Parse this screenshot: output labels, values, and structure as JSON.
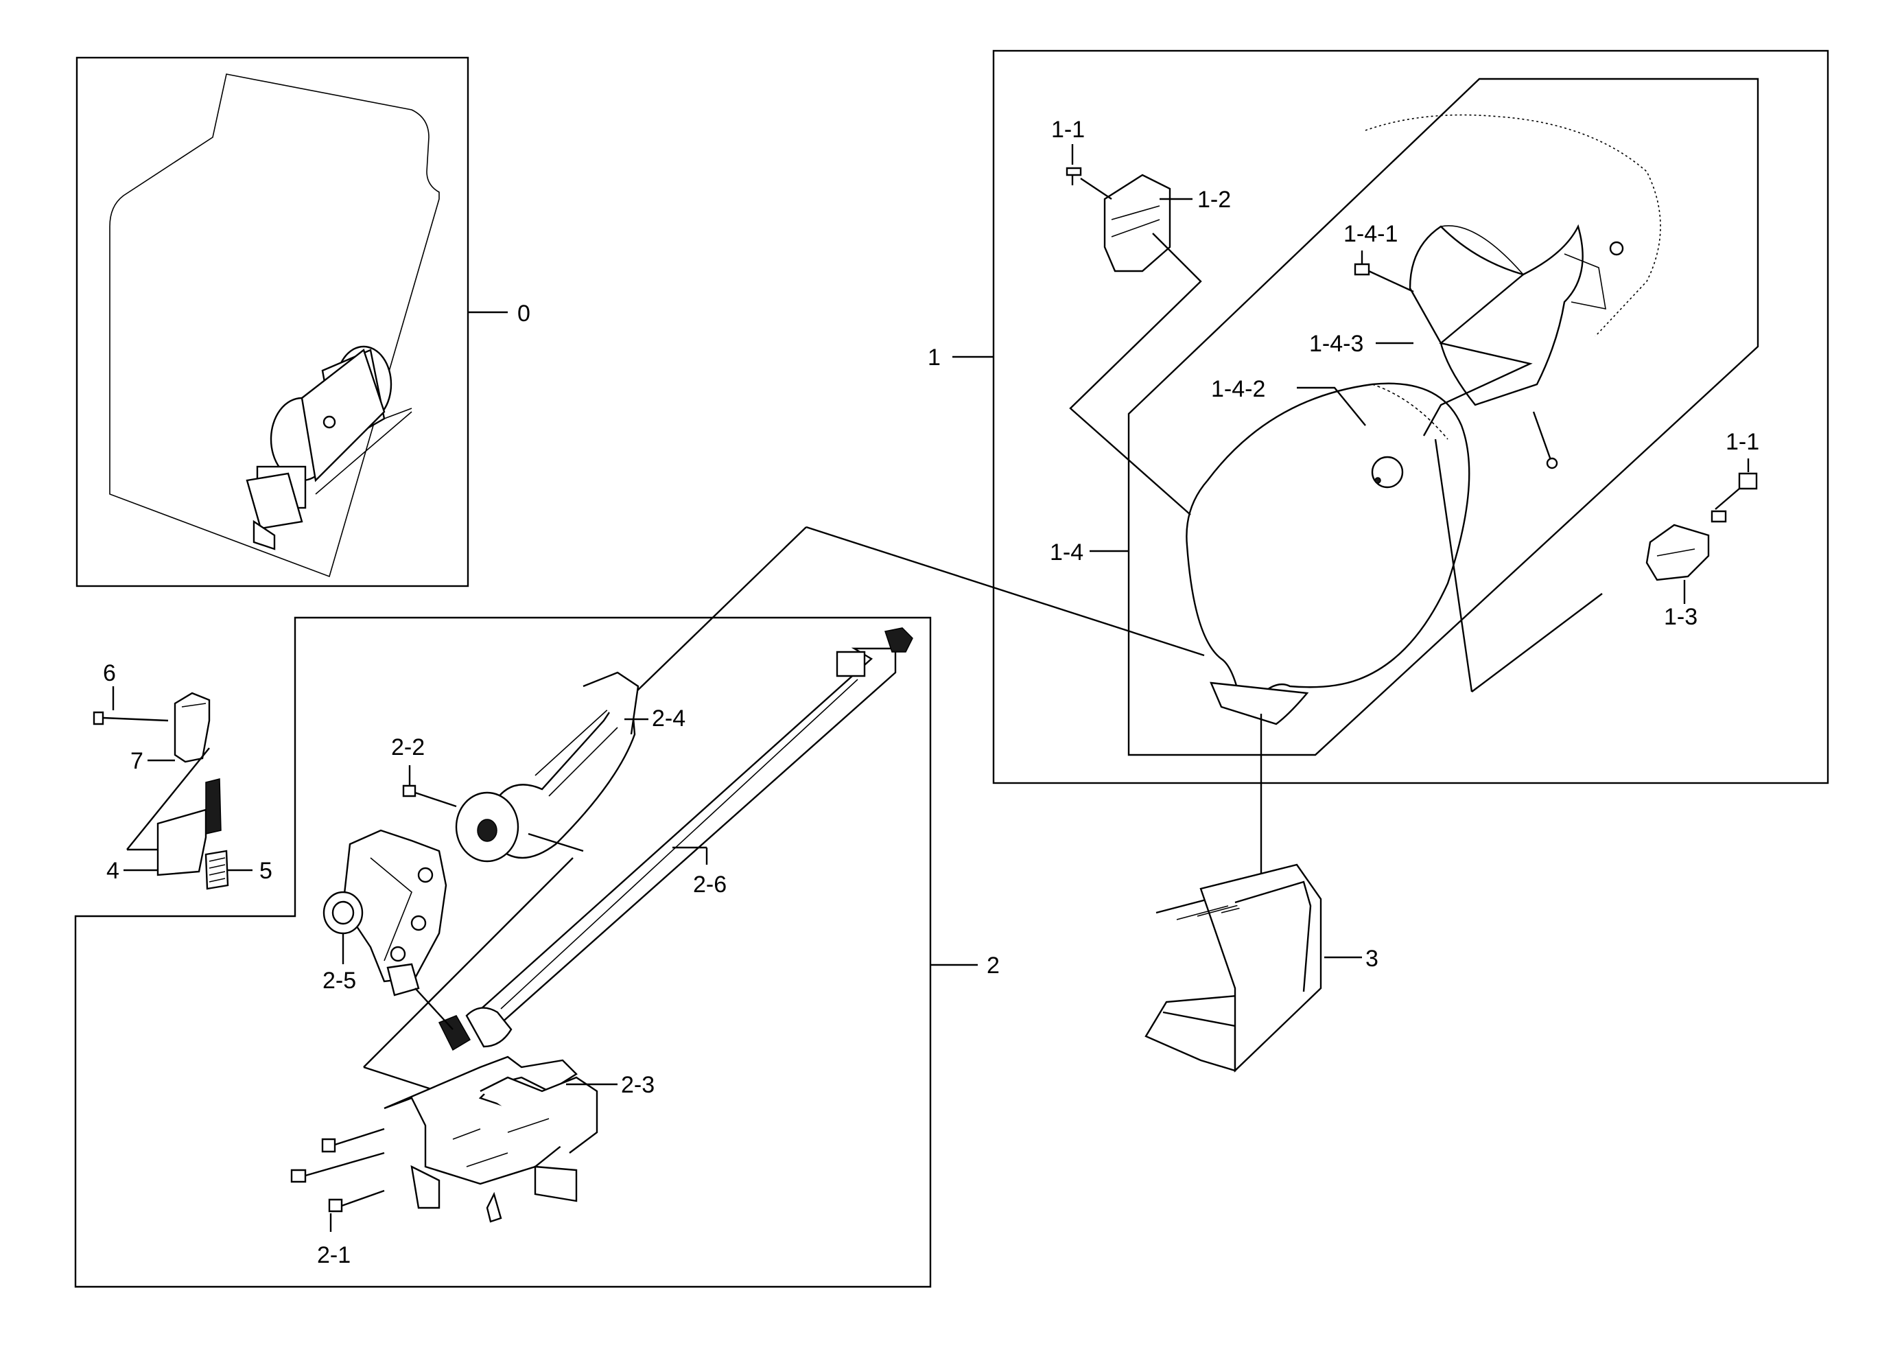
{
  "labels": {
    "l0": "0",
    "l1": "1",
    "l1_1_top": "1-1",
    "l1_2": "1-2",
    "l1_3": "1-3",
    "l1_1_right": "1-1",
    "l1_4": "1-4",
    "l1_4_1": "1-4-1",
    "l1_4_2": "1-4-2",
    "l1_4_3": "1-4-3",
    "l2": "2",
    "l2_1": "2-1",
    "l2_2": "2-2",
    "l2_3": "2-3",
    "l2_4": "2-4",
    "l2_5": "2-5",
    "l2_6": "2-6",
    "l3": "3",
    "l4": "4",
    "l5": "5",
    "l6": "6",
    "l7": "7"
  },
  "colors": {
    "ink": "#000000",
    "paper": "#ffffff"
  }
}
